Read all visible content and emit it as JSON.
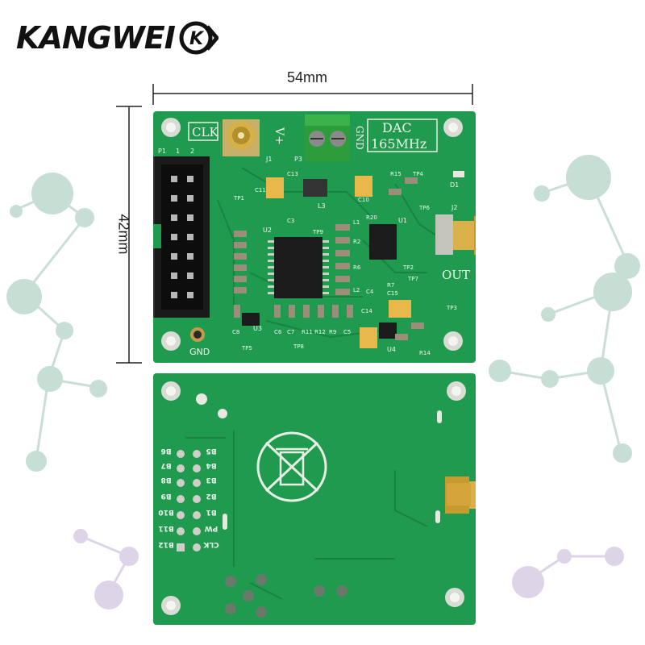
{
  "brand": {
    "name": "KANGWEI",
    "logo_letters": "K"
  },
  "dimensions": {
    "width_label": "54mm",
    "height_label": "42mm"
  },
  "board_top": {
    "labels": {
      "clk": "CLK",
      "vplus": "V+",
      "gnd_right": "GND",
      "dac": "DAC",
      "freq": "165MHz",
      "out": "OUT",
      "gnd_bottom": "GND",
      "p1": "P1",
      "pin1": "1",
      "pin2": "2",
      "p3": "P3",
      "j1": "J1",
      "j2": "J2",
      "d1": "D1",
      "u1": "U1",
      "u2": "U2",
      "u3": "U3",
      "u4": "U4",
      "l1": "L1",
      "l2": "L2",
      "l3": "L3",
      "tp1": "TP1",
      "tp2": "TP2",
      "tp3": "TP3",
      "tp4": "TP4",
      "tp5": "TP5",
      "tp6": "TP6",
      "tp7": "TP7",
      "tp8": "TP8",
      "tp9": "TP9",
      "c3": "C3",
      "c4": "C4",
      "c5": "C5",
      "c6": "C6",
      "c7": "C7",
      "c8": "C8",
      "c10": "C10",
      "c11": "C11",
      "c13": "C13",
      "c14": "C14",
      "c15": "C15",
      "r2": "R2",
      "r6": "R6",
      "r7": "R7",
      "r9": "R9",
      "r11": "R11",
      "r12": "R12",
      "r14": "R14",
      "r15": "R15",
      "r20": "R20"
    }
  },
  "board_bottom": {
    "left_pins": [
      "B6",
      "B7",
      "B8",
      "B9",
      "B10",
      "B11",
      "B12"
    ],
    "right_pins": [
      "B5",
      "B4",
      "B3",
      "B2",
      "B1",
      "PW",
      "CLK"
    ]
  }
}
